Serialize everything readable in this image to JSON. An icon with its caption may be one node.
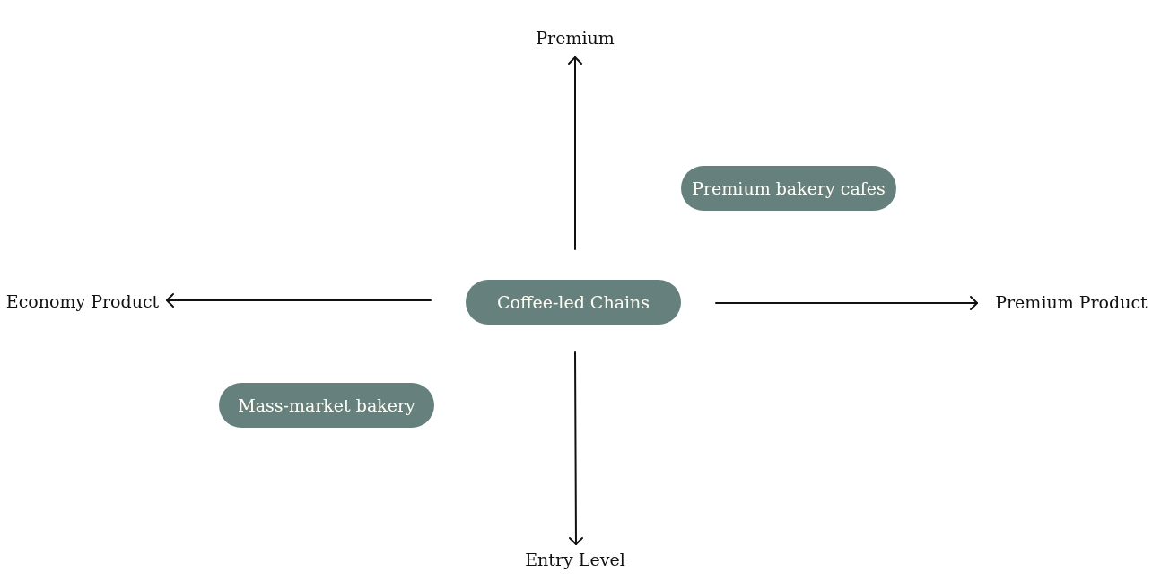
{
  "diagram": {
    "nodes": [
      {
        "text": [
          "Premium bakery cafes"
        ]
      },
      {
        "text": [
          "Coffee-led Chains"
        ]
      },
      {
        "text": [
          "Mass-market bakery"
        ]
      }
    ],
    "labels": [
      "Premium",
      "Economy Product",
      "Premium Product",
      "Entry Level"
    ]
  }
}
